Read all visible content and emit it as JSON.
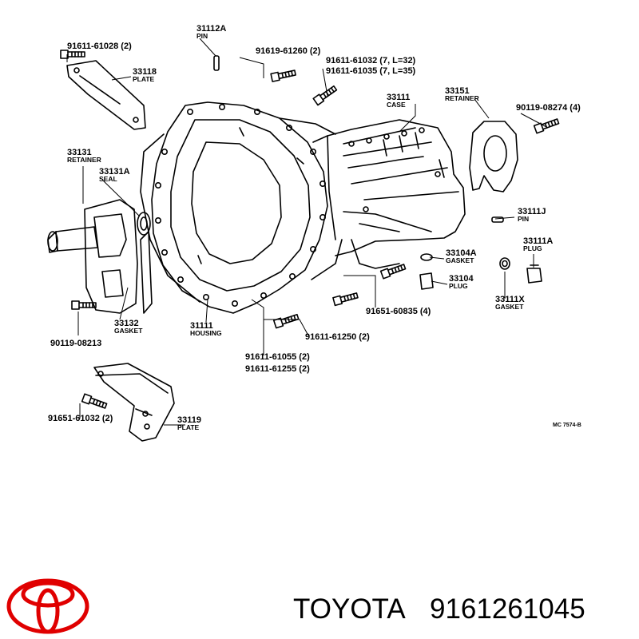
{
  "parts": [
    {
      "id": "p1",
      "number": "91611-61028 (2)",
      "name": ""
    },
    {
      "id": "p2",
      "number": "31112A",
      "name": "PIN"
    },
    {
      "id": "p3",
      "number": "91619-61260 (2)",
      "name": ""
    },
    {
      "id": "p4",
      "number": "91611-61032 (7, L=32)",
      "name": ""
    },
    {
      "id": "p5",
      "number": "91611-61035 (7, L=35)",
      "name": ""
    },
    {
      "id": "p6",
      "number": "33118",
      "name": "PLATE"
    },
    {
      "id": "p7",
      "number": "33111",
      "name": "CASE"
    },
    {
      "id": "p8",
      "number": "33151",
      "name": "RETAINER"
    },
    {
      "id": "p9",
      "number": "90119-08274 (4)",
      "name": ""
    },
    {
      "id": "p10",
      "number": "33131",
      "name": "RETAINER"
    },
    {
      "id": "p11",
      "number": "33131A",
      "name": "SEAL"
    },
    {
      "id": "p12",
      "number": "33111J",
      "name": "PIN"
    },
    {
      "id": "p13",
      "number": "33104A",
      "name": "GASKET"
    },
    {
      "id": "p14",
      "number": "33111A",
      "name": "PLUG"
    },
    {
      "id": "p15",
      "number": "33104",
      "name": "PLUG"
    },
    {
      "id": "p16",
      "number": "33111X",
      "name": "GASKET"
    },
    {
      "id": "p17",
      "number": "91651-60835 (4)",
      "name": ""
    },
    {
      "id": "p18",
      "number": "33132",
      "name": "GASKET"
    },
    {
      "id": "p19",
      "number": "90119-08213",
      "name": ""
    },
    {
      "id": "p20",
      "number": "31111",
      "name": "HOUSING"
    },
    {
      "id": "p21",
      "number": "91611-61250 (2)",
      "name": ""
    },
    {
      "id": "p22",
      "number": "91611-61055 (2)",
      "name": ""
    },
    {
      "id": "p23",
      "number": "91611-61255 (2)",
      "name": ""
    },
    {
      "id": "p24",
      "number": "91651-61032 (2)",
      "name": ""
    },
    {
      "id": "p25",
      "number": "33119",
      "name": "PLATE"
    }
  ],
  "diagram_ref": "MC 7574-B",
  "brand": {
    "name": "TOYOTA",
    "part_number": "9161261045",
    "logo_color": "#e00000"
  }
}
